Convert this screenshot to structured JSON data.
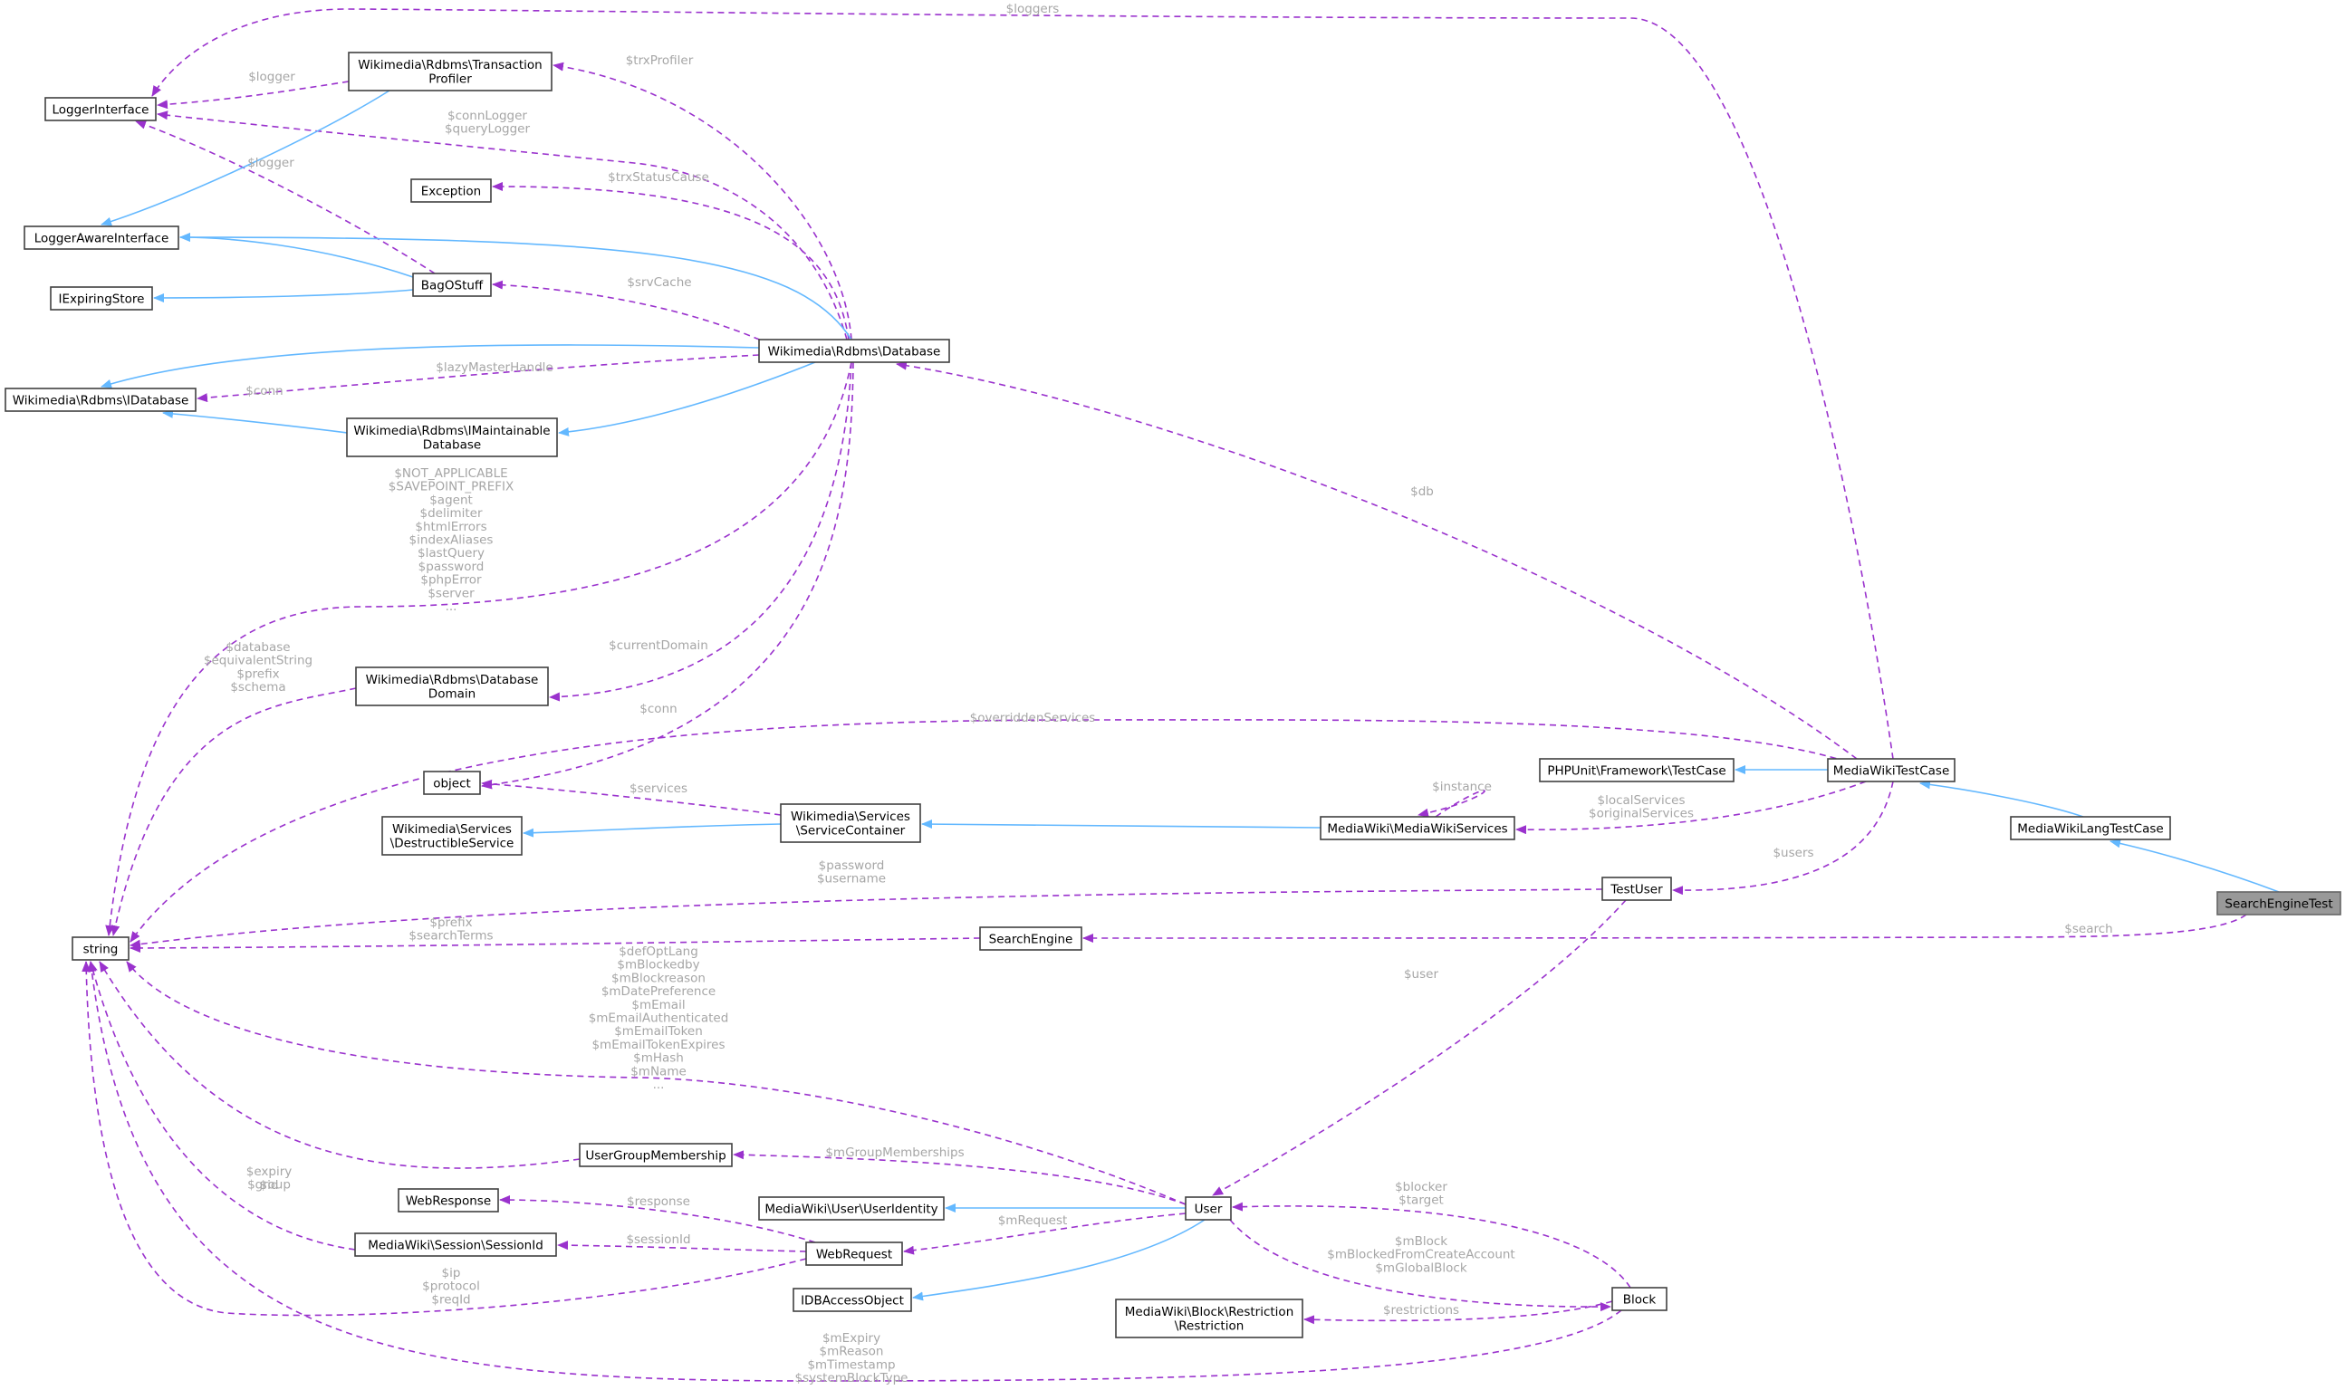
{
  "nodes": {
    "logger_interface": {
      "lines": [
        "LoggerInterface"
      ]
    },
    "transaction_profiler": {
      "lines": [
        "Wikimedia\\Rdbms\\Transaction",
        "Profiler"
      ]
    },
    "logger_aware_interface": {
      "lines": [
        "LoggerAwareInterface"
      ]
    },
    "exception": {
      "lines": [
        "Exception"
      ]
    },
    "iexpiring_store": {
      "lines": [
        "IExpiringStore"
      ]
    },
    "bag_o_stuff": {
      "lines": [
        "BagOStuff"
      ]
    },
    "idatabase": {
      "lines": [
        "Wikimedia\\Rdbms\\IDatabase"
      ]
    },
    "database": {
      "lines": [
        "Wikimedia\\Rdbms\\Database"
      ]
    },
    "imaintainable_database": {
      "lines": [
        "Wikimedia\\Rdbms\\IMaintainable",
        "Database"
      ]
    },
    "database_domain": {
      "lines": [
        "Wikimedia\\Rdbms\\Database",
        "Domain"
      ]
    },
    "object": {
      "lines": [
        "object"
      ]
    },
    "destructible_service": {
      "lines": [
        "Wikimedia\\Services",
        "\\DestructibleService"
      ]
    },
    "service_container": {
      "lines": [
        "Wikimedia\\Services",
        "\\ServiceContainer"
      ]
    },
    "mediawiki_services": {
      "lines": [
        "MediaWiki\\MediaWikiServices"
      ]
    },
    "phpunit_testcase": {
      "lines": [
        "PHPUnit\\Framework\\TestCase"
      ]
    },
    "mediawiki_testcase": {
      "lines": [
        "MediaWikiTestCase"
      ]
    },
    "mediawiki_lang_testcase": {
      "lines": [
        "MediaWikiLangTestCase"
      ]
    },
    "search_engine_test": {
      "lines": [
        "SearchEngineTest"
      ]
    },
    "string": {
      "lines": [
        "string"
      ]
    },
    "test_user": {
      "lines": [
        "TestUser"
      ]
    },
    "search_engine": {
      "lines": [
        "SearchEngine"
      ]
    },
    "user_group_membership": {
      "lines": [
        "UserGroupMembership"
      ]
    },
    "web_response": {
      "lines": [
        "WebResponse"
      ]
    },
    "user_identity": {
      "lines": [
        "MediaWiki\\User\\UserIdentity"
      ]
    },
    "user": {
      "lines": [
        "User"
      ]
    },
    "session_id": {
      "lines": [
        "MediaWiki\\Session\\SessionId"
      ]
    },
    "web_request": {
      "lines": [
        "WebRequest"
      ]
    },
    "idb_access_object": {
      "lines": [
        "IDBAccessObject"
      ]
    },
    "restriction": {
      "lines": [
        "MediaWiki\\Block\\Restriction",
        "\\Restriction"
      ]
    },
    "block": {
      "lines": [
        "Block"
      ]
    }
  },
  "edge_labels": {
    "loggers": [
      "$loggers"
    ],
    "tp_logger": [
      "$logger"
    ],
    "trx_profiler": [
      "$trxProfiler"
    ],
    "conn_logger": [
      "$connLogger",
      "$queryLogger"
    ],
    "bag_logger": [
      "$logger"
    ],
    "trx_status_cause": [
      "$trxStatusCause"
    ],
    "srv_cache": [
      "$srvCache"
    ],
    "lazy_master": [
      "$lazyMasterHandle"
    ],
    "conn_idb": [
      "$conn"
    ],
    "db": [
      "$db"
    ],
    "db_strings": [
      "$NOT_APPLICABLE",
      "$SAVEPOINT_PREFIX",
      "$agent",
      "$delimiter",
      "$htmlErrors",
      "$indexAliases",
      "$lastQuery",
      "$password",
      "$phpError",
      "$server",
      "..."
    ],
    "domain_strings": [
      "$database",
      "$equivalentString",
      "$prefix",
      "$schema"
    ],
    "current_domain": [
      "$currentDomain"
    ],
    "conn_object": [
      "$conn"
    ],
    "overridden": [
      "$overriddenServices"
    ],
    "services": [
      "$services"
    ],
    "instance": [
      "$instance"
    ],
    "local_services": [
      "$localServices",
      "$originalServices"
    ],
    "users": [
      "$users"
    ],
    "test_user_strings": [
      "$password",
      "$username"
    ],
    "search_engine_strings": [
      "$prefix",
      "$searchTerms"
    ],
    "search": [
      "$search"
    ],
    "test_user_user": [
      "$user"
    ],
    "user_strings": [
      "$defOptLang",
      "$mBlockedby",
      "$mBlockreason",
      "$mDatePreference",
      "$mEmail",
      "$mEmailAuthenticated",
      "$mEmailToken",
      "$mEmailTokenExpires",
      "$mHash",
      "$mName",
      "..."
    ],
    "ugm_strings": [
      "$expiry",
      "$group"
    ],
    "group_memberships": [
      "$mGroupMemberships"
    ],
    "session_strings": [
      "$id"
    ],
    "response": [
      "$response"
    ],
    "session_id": [
      "$sessionId"
    ],
    "m_request": [
      "$mRequest"
    ],
    "web_request_strings": [
      "$ip",
      "$protocol",
      "$reqId"
    ],
    "blocker": [
      "$blocker",
      "$target"
    ],
    "m_block": [
      "$mBlock",
      "$mBlockedFromCreateAccount",
      "$mGlobalBlock"
    ],
    "restrictions": [
      "$restrictions"
    ],
    "block_strings": [
      "$mExpiry",
      "$mReason",
      "$mTimestamp",
      "$systemBlockType"
    ]
  },
  "colors": {
    "usage_edge": "#9a32cd",
    "inheritance_edge": "#63b8ff",
    "label_text": "#a6a6a6",
    "highlight_node_fill": "#999999"
  }
}
